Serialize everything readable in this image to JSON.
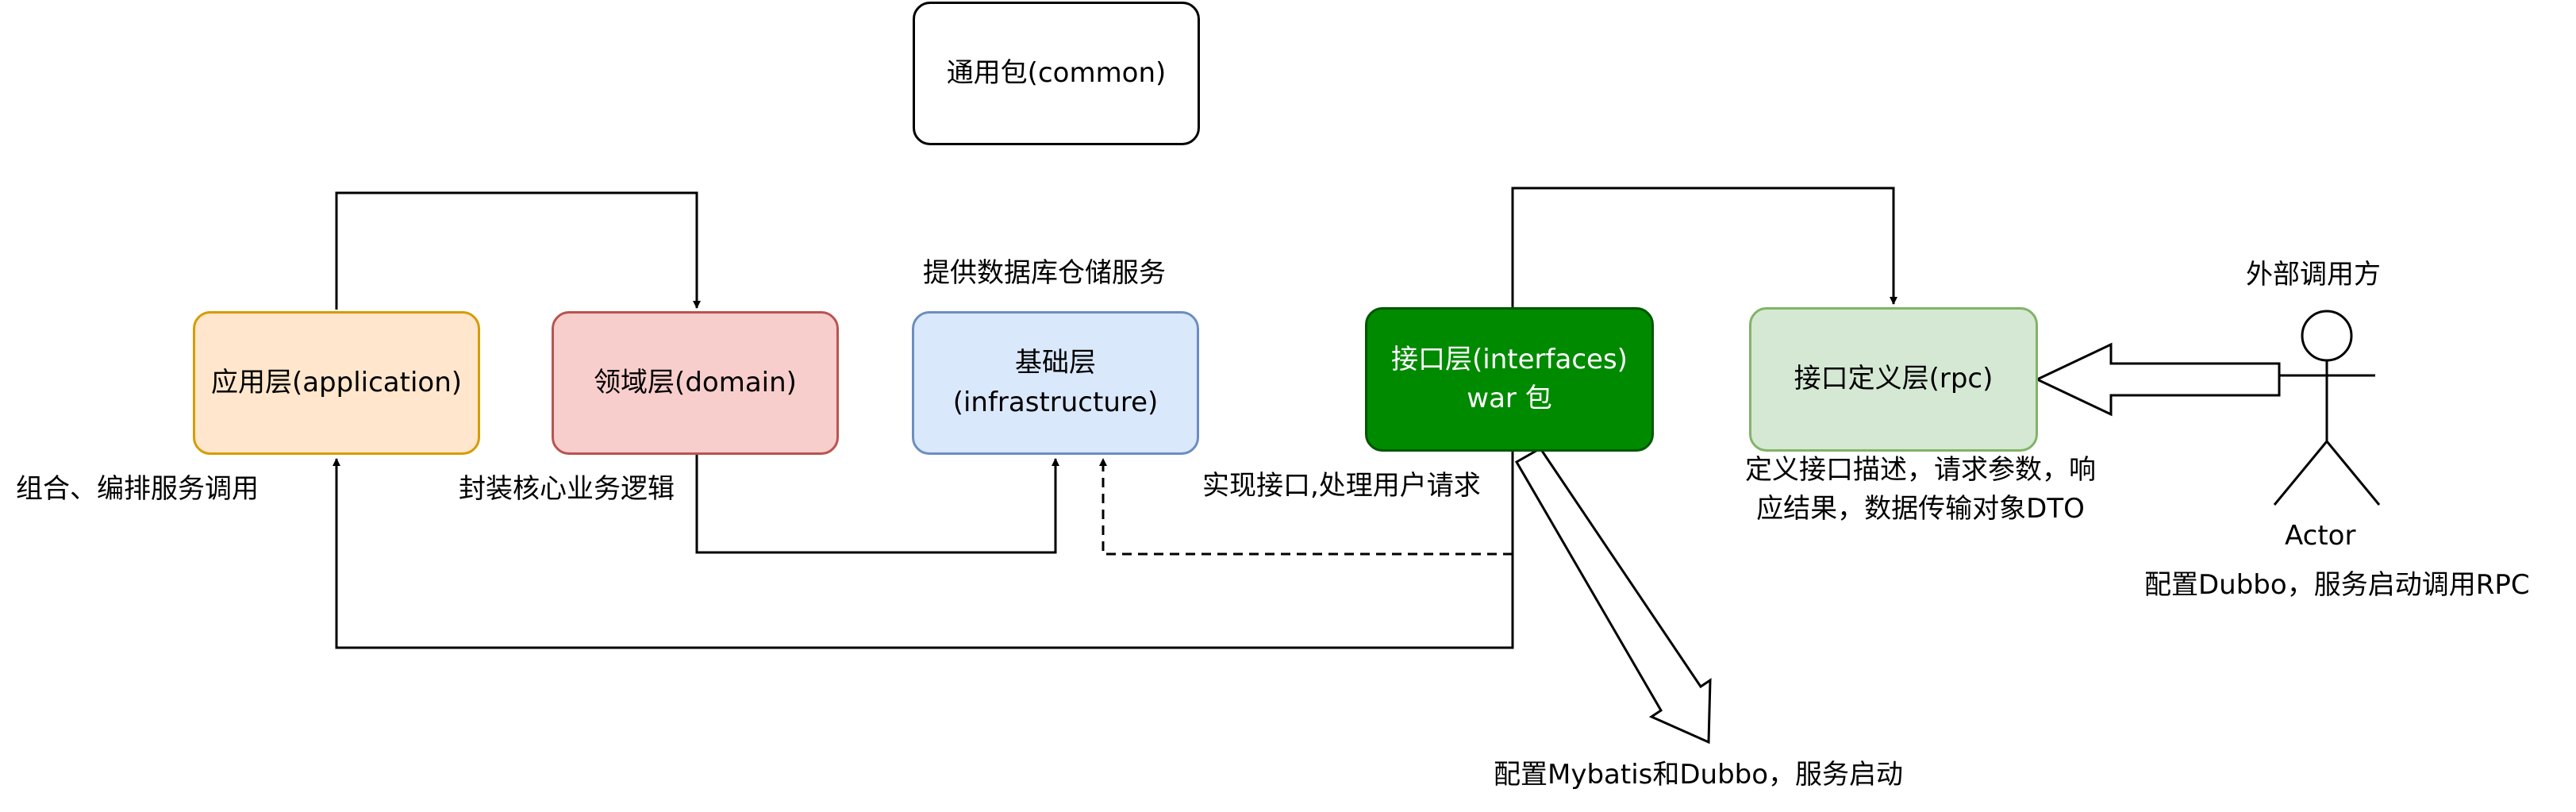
{
  "boxes": {
    "common": {
      "label": "通用包(common)"
    },
    "application": {
      "label": "应用层(application)",
      "fill": "#ffe6cc",
      "stroke": "#d79b00"
    },
    "domain": {
      "label": "领域层(domain)",
      "fill": "#f8cecc",
      "stroke": "#b85450"
    },
    "infrastructure": {
      "label": "基础层(infrastructure)",
      "fill": "#dae8fc",
      "stroke": "#6c8ebf"
    },
    "interfaces": {
      "line1": "接口层(interfaces)",
      "line2": "war 包",
      "fill": "#008a00",
      "stroke": "#005700",
      "text": "#ffffff"
    },
    "rpc": {
      "label": "接口定义层(rpc)",
      "fill": "#d5e8d4",
      "stroke": "#82b366"
    }
  },
  "notes": {
    "infrastructure": "提供数据库仓储服务",
    "application": "组合、编排服务调用",
    "domain": "封装核心业务逻辑",
    "interfaces": "实现接口,处理用户请求",
    "rpc_line1": "定义接口描述，请求参数，响",
    "rpc_line2": "应结果，数据传输对象DTO",
    "external": "外部调用方",
    "actor": "Actor",
    "actor_note": "配置Dubbo，服务启动调用RPC",
    "startup": "配置Mybatis和Dubbo，服务启动"
  }
}
